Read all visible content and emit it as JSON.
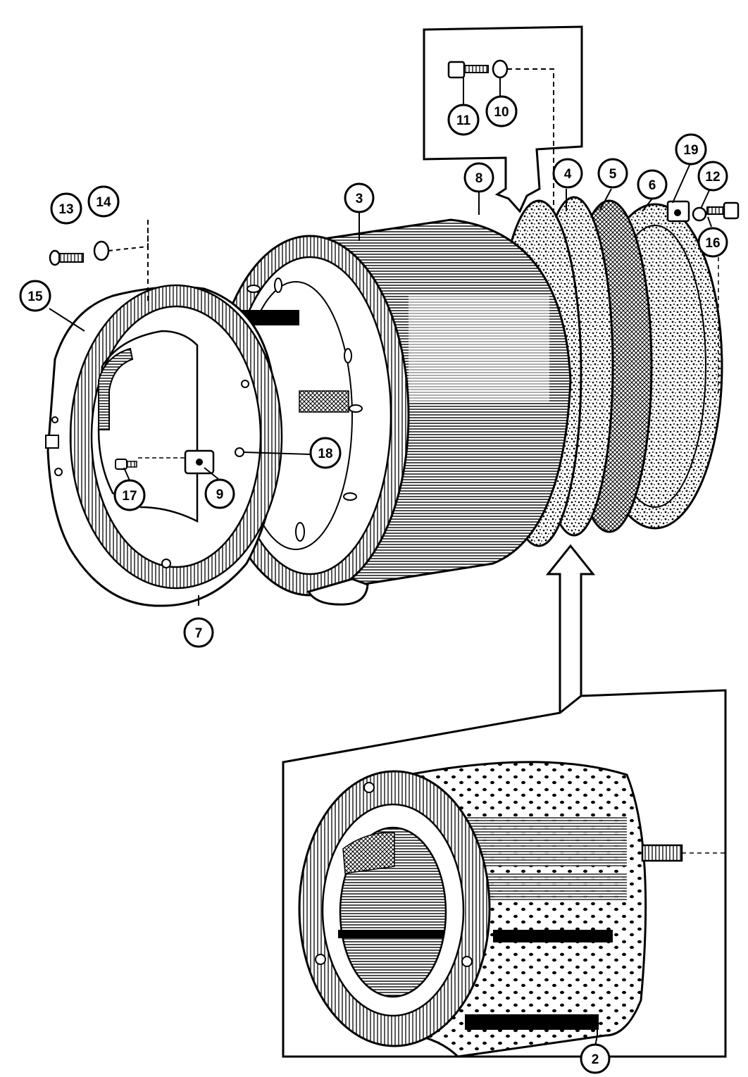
{
  "diagram": {
    "callouts": [
      {
        "id": "c2",
        "label": "2"
      },
      {
        "id": "c3",
        "label": "3"
      },
      {
        "id": "c4",
        "label": "4"
      },
      {
        "id": "c5",
        "label": "5"
      },
      {
        "id": "c6",
        "label": "6"
      },
      {
        "id": "c7",
        "label": "7"
      },
      {
        "id": "c8",
        "label": "8"
      },
      {
        "id": "c9",
        "label": "9"
      },
      {
        "id": "c10",
        "label": "10"
      },
      {
        "id": "c11",
        "label": "11"
      },
      {
        "id": "c12",
        "label": "12"
      },
      {
        "id": "c13",
        "label": "13"
      },
      {
        "id": "c14",
        "label": "14"
      },
      {
        "id": "c15",
        "label": "15"
      },
      {
        "id": "c16",
        "label": "16"
      },
      {
        "id": "c17",
        "label": "17"
      },
      {
        "id": "c18",
        "label": "18"
      },
      {
        "id": "c19",
        "label": "19"
      }
    ],
    "colors": {
      "ink": "#000000",
      "paper": "#ffffff"
    }
  }
}
